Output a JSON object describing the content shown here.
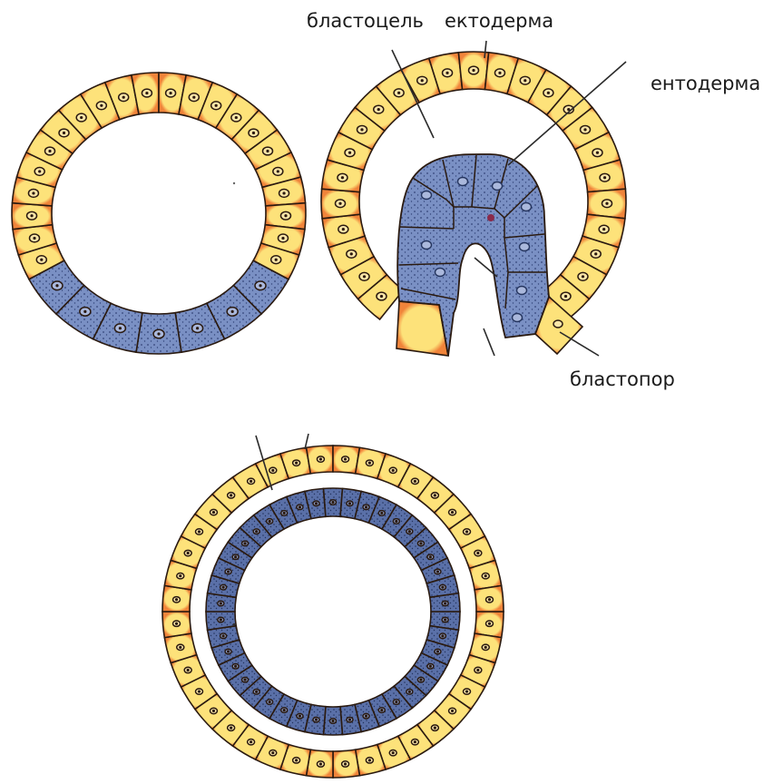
{
  "labels": {
    "blastocoel": "бластоцель",
    "ectoderm": "ектодерма",
    "endoderm": "ентодерма",
    "blastopore": "бластопор"
  },
  "colors": {
    "ectoderm_outer": "#f08a3e",
    "ectoderm_inner": "#fce07a",
    "endoderm_fill": "#7289bf",
    "endoderm_dark": "#4b5f96",
    "cell_line": "#2a1a10",
    "pointer_line": "#2a2a2a"
  }
}
